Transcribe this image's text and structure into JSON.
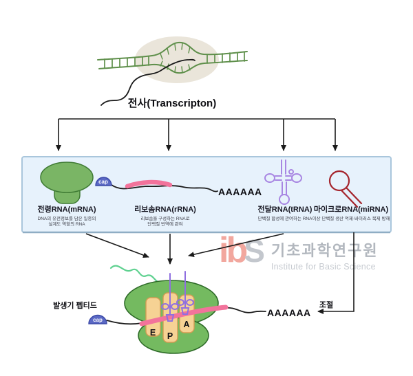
{
  "transcription": {
    "label": "전사(Transcripton)"
  },
  "panel": {
    "cap_label": "cap",
    "polya_label": "AAAAAA",
    "items": [
      {
        "name": "전령RNA(mRNA)",
        "desc1": "DNA의 유전정보를 담은 일종의",
        "desc2": "설계도 역할의 RNA"
      },
      {
        "name": "리보솜RNA(rRNA)",
        "desc1": "리보솜을 구성하는 RNA로",
        "desc2": "단백질 번역에 관여"
      },
      {
        "name": "전달RNA(tRNA)",
        "desc1": "단백질 합성에 관여하는 RNA",
        "desc2": ""
      },
      {
        "name": "마이크로RNA(miRNA)",
        "desc1": "이상 단백질 생산 억제·바이러스 복제 방해",
        "desc2": ""
      }
    ]
  },
  "translation": {
    "nascent_peptide_label": "발생기 펩티드",
    "cap_label": "cap",
    "site_e": "E",
    "site_p": "P",
    "site_a": "A",
    "polya_label": "AAAAAA",
    "regulation_label": "조절"
  },
  "watermark": {
    "logo_ib": "ib",
    "logo_s": "S",
    "name_kr": "기초과학연구원",
    "name_en": "Institute for Basic Science"
  },
  "colors": {
    "panel_bg": "#e7f2fc",
    "panel_border": "#a9c6dc",
    "dna_green": "#5e8f4a",
    "bubble_beige": "#eae5da",
    "ribosome_green": "#74ba60",
    "ribosome_border": "#2e6b28",
    "mrna_pink": "#f2739b",
    "trna_purple": "#a886e2",
    "mirna_red": "#a5252d",
    "cap_blue": "#5a68c4",
    "site_tan": "#f6d294",
    "site_tan_border": "#d29b52",
    "peptide_green": "#5fd190",
    "watermark_salmon": "#f2a79e",
    "watermark_gray": "#b2b7be"
  }
}
